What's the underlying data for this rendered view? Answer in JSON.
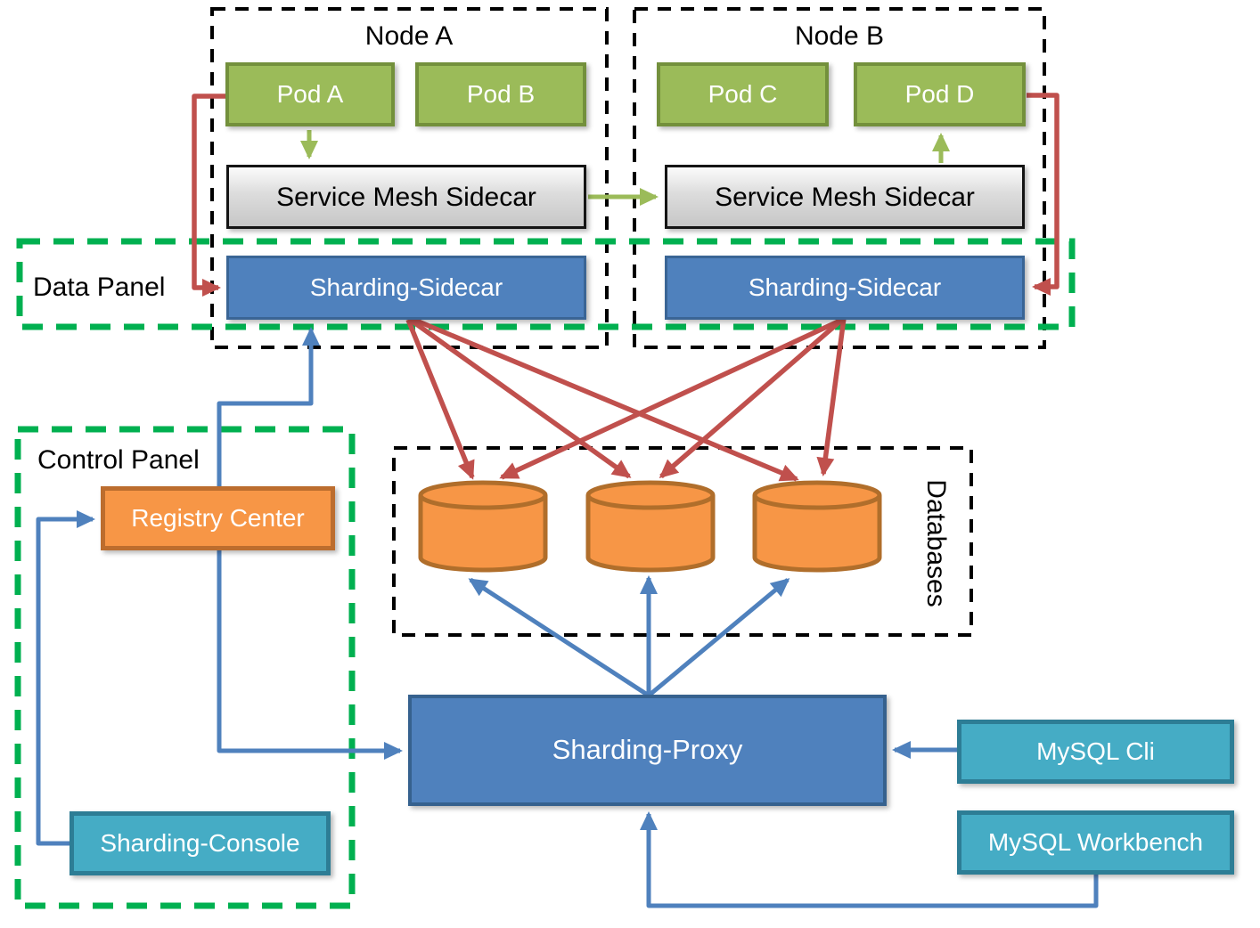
{
  "diagram": {
    "node_a": {
      "title": "Node A",
      "pod_a": "Pod A",
      "pod_b": "Pod B",
      "mesh": "Service Mesh Sidecar",
      "sidecar": "Sharding-Sidecar"
    },
    "node_b": {
      "title": "Node B",
      "pod_c": "Pod C",
      "pod_d": "Pod D",
      "mesh": "Service Mesh Sidecar",
      "sidecar": "Sharding-Sidecar"
    },
    "data_panel": {
      "label": "Data Panel"
    },
    "control_panel": {
      "label": "Control Panel",
      "registry_center": "Registry Center",
      "sharding_console": "Sharding-Console"
    },
    "databases": {
      "label": "Databases",
      "cylinder_count": 3
    },
    "sharding_proxy": {
      "label": "Sharding-Proxy"
    },
    "clients": {
      "mysql_cli": "MySQL Cli",
      "mysql_workbench": "MySQL Workbench"
    },
    "colors": {
      "pod_green": "#9bbb59",
      "box_blue": "#4f81bd",
      "box_teal": "#45acc5",
      "box_orange": "#f79646",
      "cylinder_orange": "#f79646",
      "cylinder_stroke": "#b06e2b",
      "arrow_red": "#c0504d",
      "arrow_blue": "#4f81bd",
      "arrow_green": "#9bbb59",
      "panel_dash_green": "#00b050",
      "node_dash_black": "#000000"
    },
    "connections": [
      {
        "from": "Pod A",
        "to": "Service Mesh Sidecar (Node A)",
        "color": "green"
      },
      {
        "from": "Service Mesh Sidecar (Node A)",
        "to": "Service Mesh Sidecar (Node B)",
        "color": "green"
      },
      {
        "from": "Service Mesh Sidecar (Node B)",
        "to": "Pod D",
        "color": "green"
      },
      {
        "from": "Pod A",
        "to": "Sharding-Sidecar (Node A)",
        "color": "red"
      },
      {
        "from": "Pod D",
        "to": "Sharding-Sidecar (Node B)",
        "color": "red"
      },
      {
        "from": "Sharding-Sidecar (Node A)",
        "to": "Database 1",
        "color": "red"
      },
      {
        "from": "Sharding-Sidecar (Node A)",
        "to": "Database 2",
        "color": "red"
      },
      {
        "from": "Sharding-Sidecar (Node A)",
        "to": "Database 3",
        "color": "red"
      },
      {
        "from": "Sharding-Sidecar (Node B)",
        "to": "Database 1",
        "color": "red"
      },
      {
        "from": "Sharding-Sidecar (Node B)",
        "to": "Database 2",
        "color": "red"
      },
      {
        "from": "Sharding-Sidecar (Node B)",
        "to": "Database 3",
        "color": "red"
      },
      {
        "from": "Sharding-Console",
        "to": "Registry Center",
        "color": "blue"
      },
      {
        "from": "Registry Center",
        "to": "Sharding-Sidecar (Node A)",
        "color": "blue"
      },
      {
        "from": "Registry Center",
        "to": "Sharding-Proxy",
        "color": "blue"
      },
      {
        "from": "Sharding-Proxy",
        "to": "Database 1",
        "color": "blue"
      },
      {
        "from": "Sharding-Proxy",
        "to": "Database 2",
        "color": "blue"
      },
      {
        "from": "Sharding-Proxy",
        "to": "Database 3",
        "color": "blue"
      },
      {
        "from": "MySQL Cli",
        "to": "Sharding-Proxy",
        "color": "blue"
      },
      {
        "from": "MySQL Workbench",
        "to": "Sharding-Proxy",
        "color": "blue"
      }
    ]
  }
}
